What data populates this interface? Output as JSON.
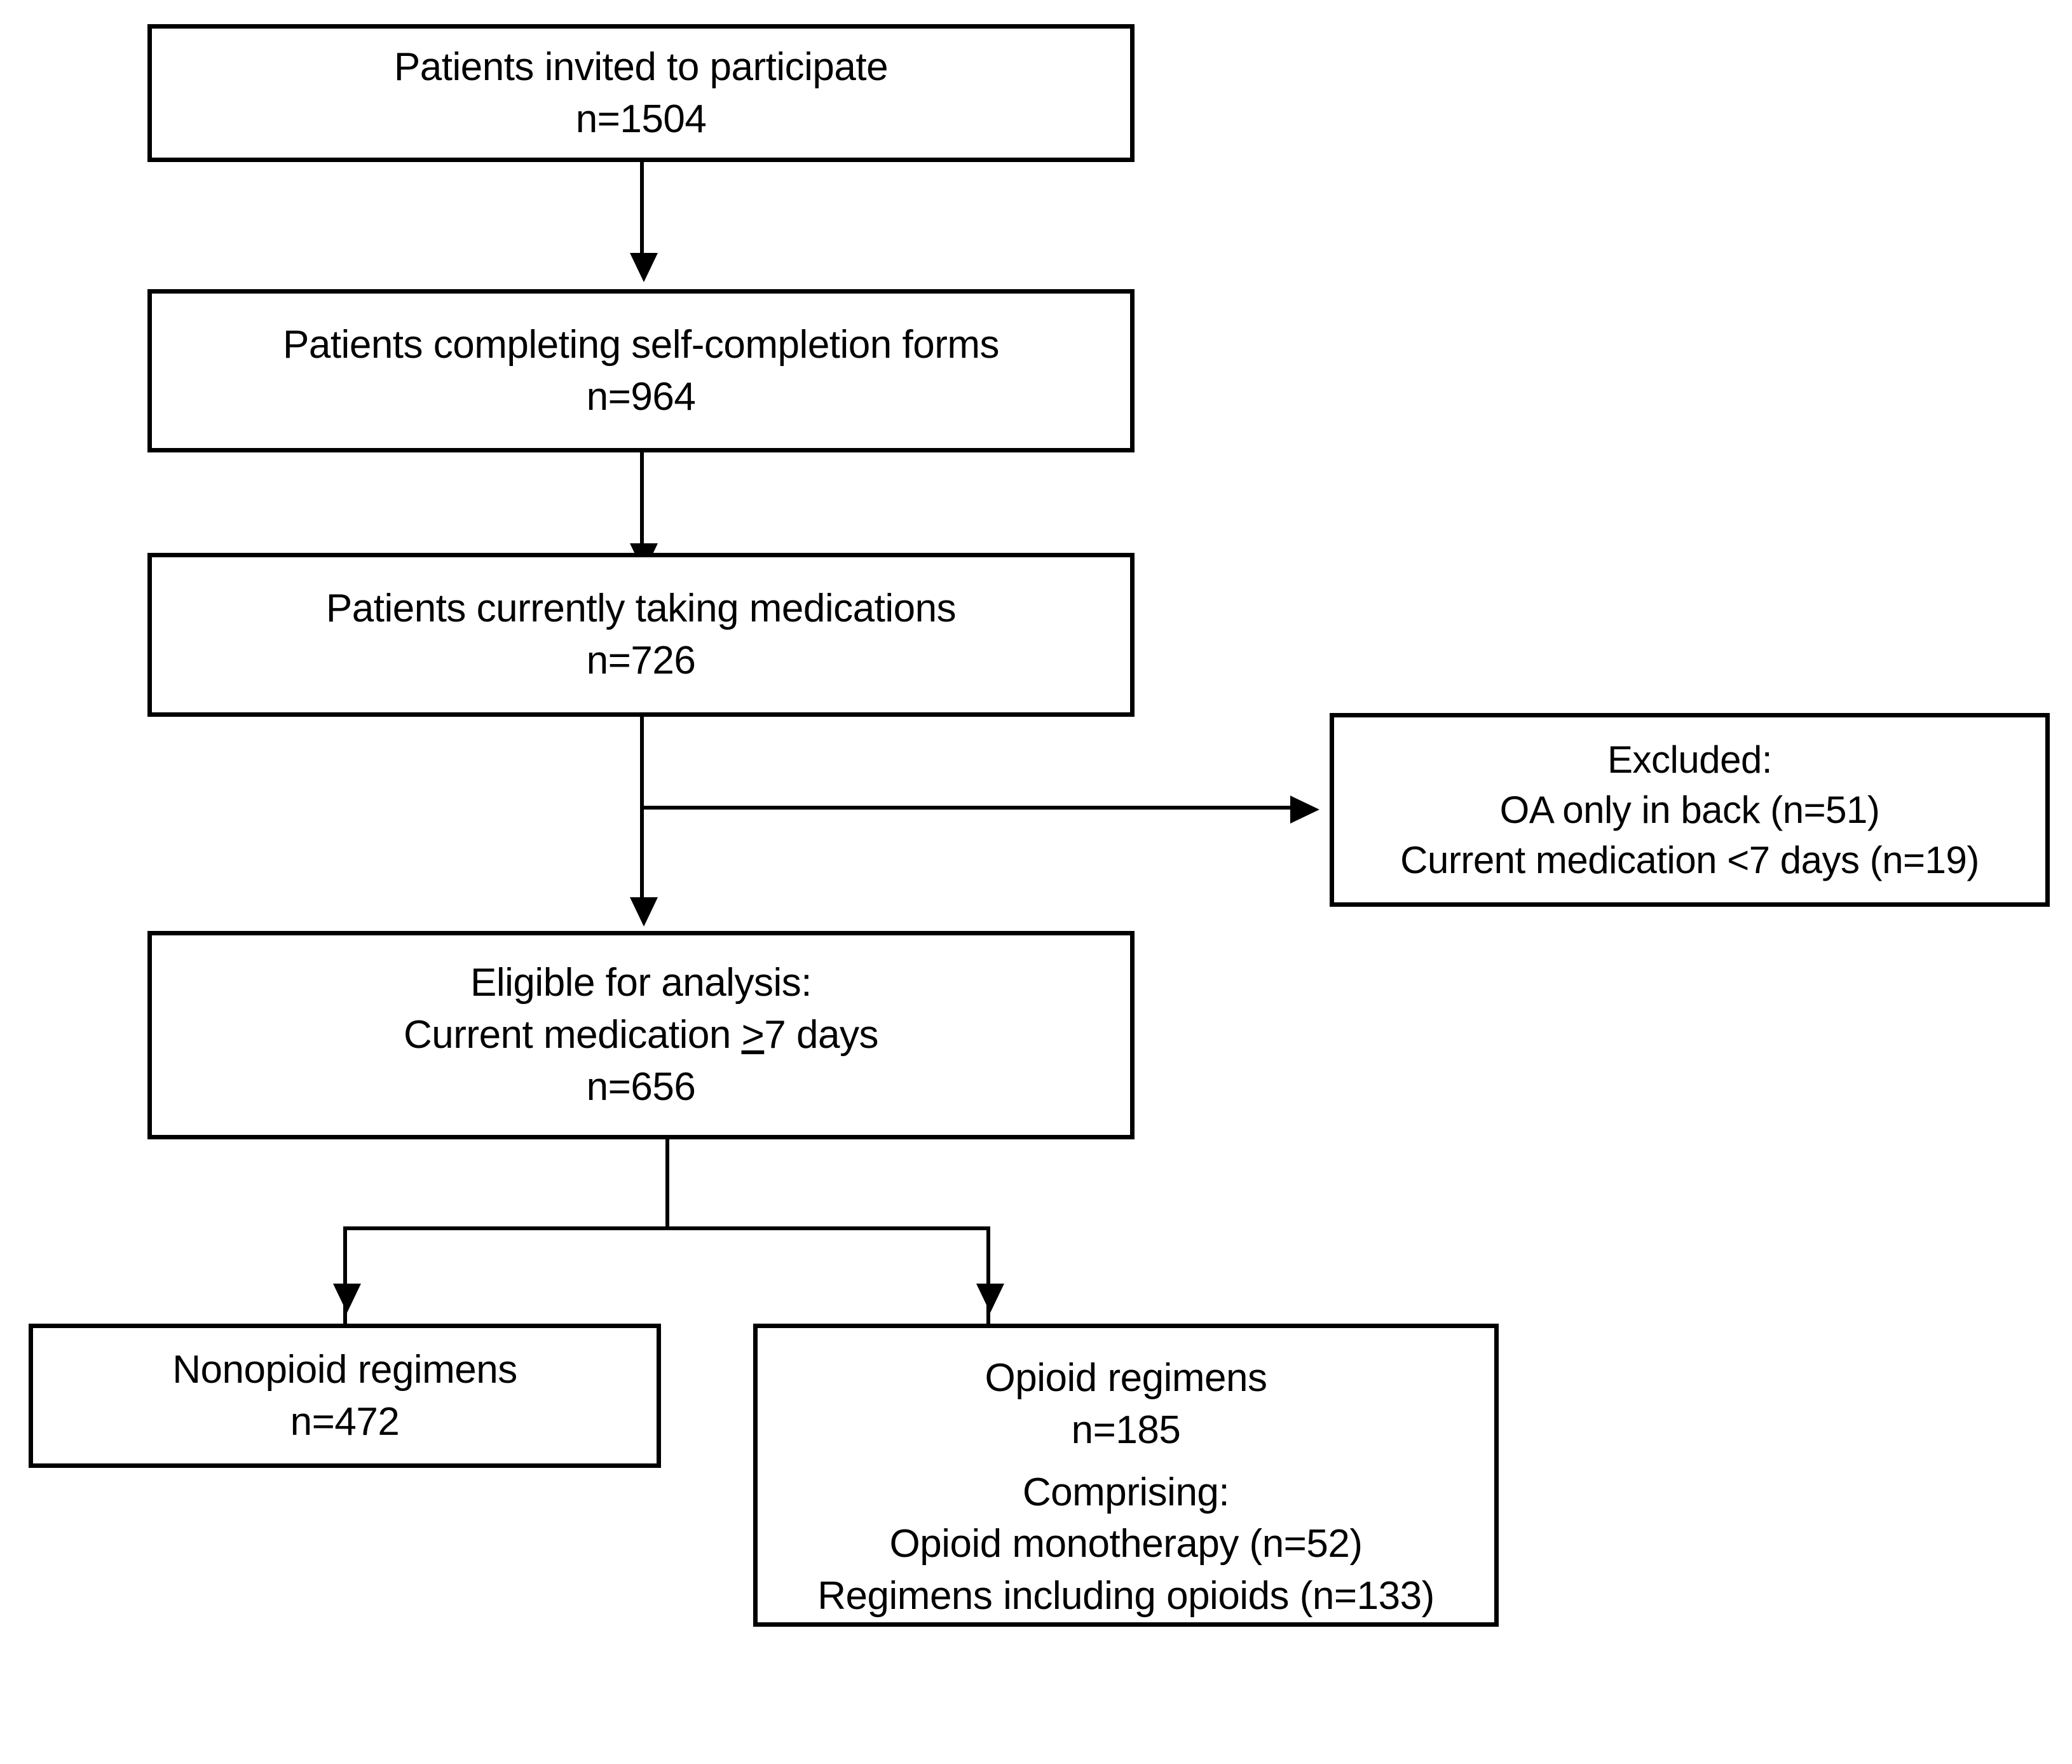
{
  "diagram": {
    "title": "Patient flow diagram",
    "type": "flowchart",
    "colors": {
      "stroke": "#000000",
      "background": "#ffffff",
      "text": "#000000"
    },
    "nodes": {
      "invited": {
        "label": "Patients invited to participate",
        "count": "n=1504"
      },
      "self_completion": {
        "label": "Patients completing self-completion forms",
        "count": "n=964"
      },
      "taking_medications": {
        "label": "Patients currently taking medications",
        "count": "n=726"
      },
      "excluded": {
        "heading": "Excluded:",
        "reason_1": "OA only in back (n=51)",
        "reason_2": "Current medication <7 days (n=19)"
      },
      "eligible": {
        "heading": "Eligible for analysis:",
        "criterion_prefix": "Current medication ",
        "criterion_operator": ">",
        "criterion_suffix": "7 days",
        "count": "n=656"
      },
      "nonopioid": {
        "label": "Nonopioid regimens",
        "count": "n=472"
      },
      "opioid": {
        "label": "Opioid regimens",
        "count": "n=185",
        "comprising_heading": "Comprising:",
        "comprising_1": "Opioid monotherapy (n=52)",
        "comprising_2": "Regimens including opioids (n=133)"
      }
    }
  }
}
